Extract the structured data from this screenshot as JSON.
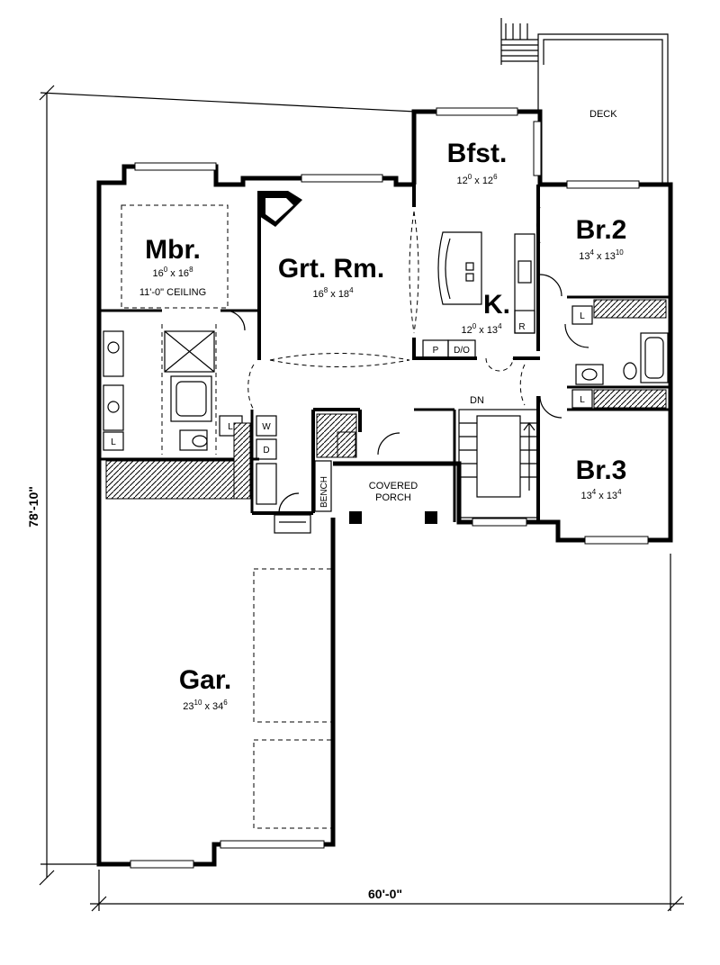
{
  "plan": {
    "rooms": {
      "mbr": {
        "name": "Mbr.",
        "w": "16",
        "w_in": "0",
        "l": "16",
        "l_in": "8",
        "note": "11'-0\" CEILING"
      },
      "grt_rm": {
        "name": "Grt. Rm.",
        "w": "16",
        "w_in": "8",
        "l": "18",
        "l_in": "4"
      },
      "bfst": {
        "name": "Bfst.",
        "w": "12",
        "w_in": "0",
        "l": "12",
        "l_in": "6"
      },
      "kitchen": {
        "name": "K.",
        "w": "12",
        "w_in": "0",
        "l": "13",
        "l_in": "4"
      },
      "br2": {
        "name": "Br.2",
        "w": "13",
        "w_in": "4",
        "l": "13",
        "l_in": "10"
      },
      "br3": {
        "name": "Br.3",
        "w": "13",
        "w_in": "4",
        "l": "13",
        "l_in": "4"
      },
      "garage": {
        "name": "Gar.",
        "w": "23",
        "w_in": "10",
        "l": "34",
        "l_in": "6"
      }
    },
    "labels": {
      "deck": "DECK",
      "dn": "DN",
      "covered_porch_1": "COVERED",
      "covered_porch_2": "PORCH",
      "bench": "BENCH",
      "pantry": "P",
      "dishwasher_oven": "D/O",
      "refrigerator": "R",
      "w": "W",
      "d": "D",
      "l": "L",
      "by": "x"
    },
    "overall": {
      "depth": "78'-10\"",
      "width": "60'-0\""
    }
  }
}
